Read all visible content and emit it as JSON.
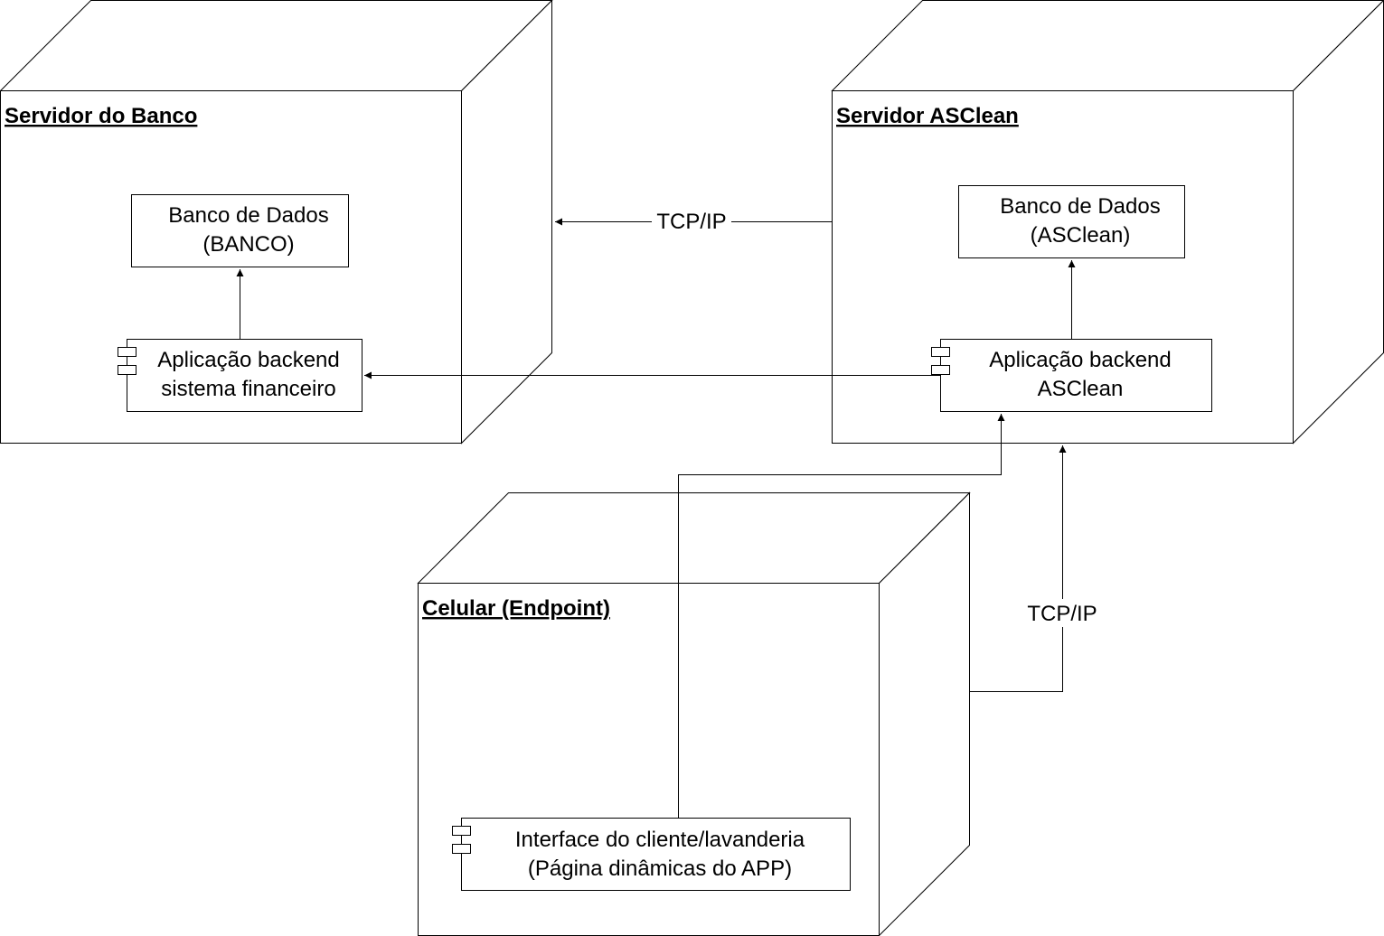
{
  "nodes": {
    "banco": {
      "title": "Servidor do Banco",
      "database": {
        "line1": "Banco de Dados",
        "line2": "(BANCO)"
      },
      "component": {
        "line1": "Aplicação backend",
        "line2": "sistema financeiro"
      }
    },
    "asclean": {
      "title": "Servidor ASClean",
      "database": {
        "line1": "Banco de Dados",
        "line2": "(ASClean)"
      },
      "component": {
        "line1": "Aplicação backend",
        "line2": "ASClean"
      }
    },
    "celular": {
      "title": "Celular (Endpoint)",
      "component": {
        "line1": "Interface do cliente/lavanderia",
        "line2": "(Página dinâmicas do APP)"
      }
    }
  },
  "edges": {
    "asclean_to_banco_label": "TCP/IP",
    "celular_to_asclean_label": "TCP/IP"
  }
}
